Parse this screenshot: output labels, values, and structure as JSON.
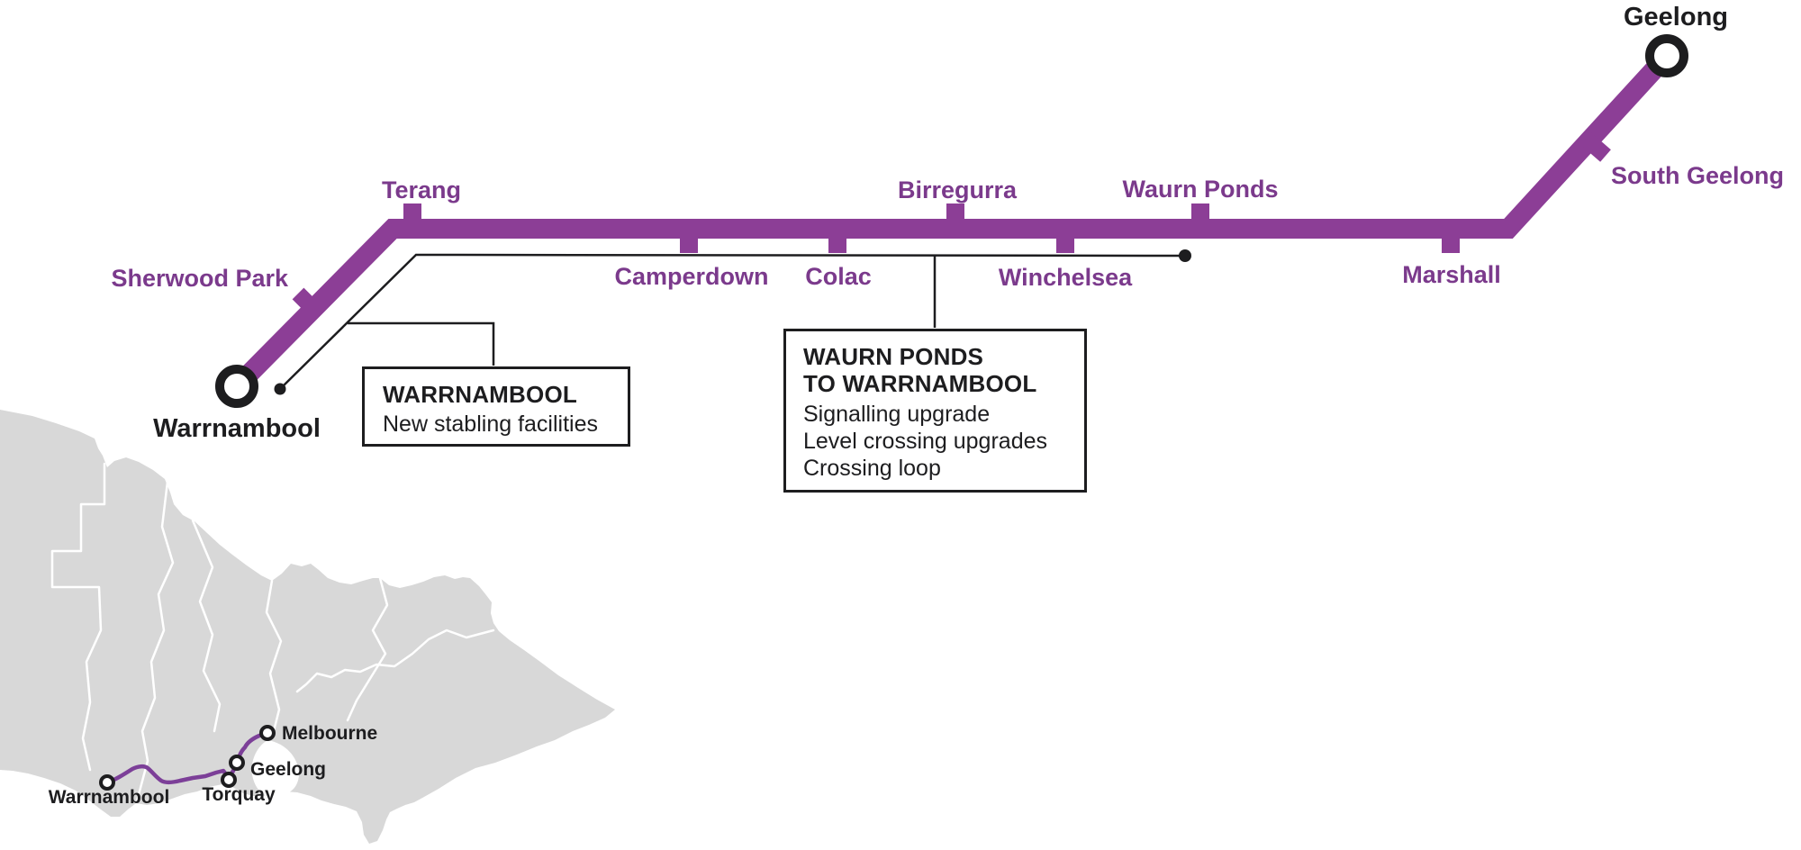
{
  "colors": {
    "rail_line": "#8C3E96",
    "station_label": "#7B3A8C",
    "ink_black": "#1D1D1F",
    "map_fill": "#D8D8D8",
    "map_border": "#FFFFFF",
    "map_route": "#7C3F98"
  },
  "line": {
    "termini": [
      {
        "label": "Warrnambool"
      },
      {
        "label": "Geelong"
      }
    ],
    "stations": [
      {
        "label": "Sherwood Park"
      },
      {
        "label": "Terang"
      },
      {
        "label": "Camperdown"
      },
      {
        "label": "Colac"
      },
      {
        "label": "Birregurra"
      },
      {
        "label": "Winchelsea"
      },
      {
        "label": "Waurn Ponds"
      },
      {
        "label": "Marshall"
      },
      {
        "label": "South Geelong"
      }
    ]
  },
  "callouts": {
    "warrnambool": {
      "title": "WARRNAMBOOL",
      "body": [
        "New stabling facilities"
      ]
    },
    "waurn_ponds_to_warrnambool": {
      "title_line1": "WAURN PONDS",
      "title_line2": "TO WARRNAMBOOL",
      "body": [
        "Signalling upgrade",
        "Level crossing upgrades",
        "Crossing loop"
      ]
    }
  },
  "inset_map": {
    "towns": [
      {
        "label": "Melbourne"
      },
      {
        "label": "Geelong"
      },
      {
        "label": "Torquay"
      },
      {
        "label": "Warrnambool"
      }
    ]
  }
}
